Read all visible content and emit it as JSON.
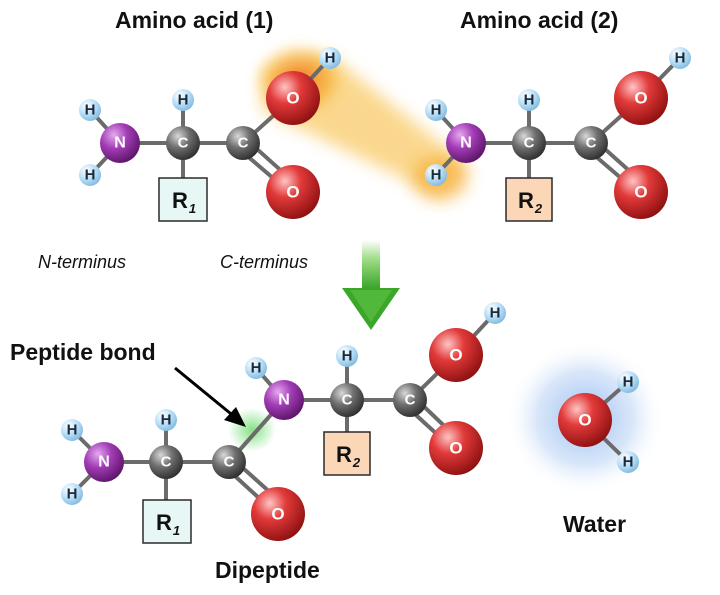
{
  "labels": {
    "amino_acid_1": "Amino acid (1)",
    "amino_acid_2": "Amino acid (2)",
    "n_terminus": "N-terminus",
    "c_terminus": "C-terminus",
    "peptide_bond": "Peptide bond",
    "dipeptide": "Dipeptide",
    "water": "Water"
  },
  "atoms": {
    "hydrogen": "H",
    "nitrogen": "N",
    "carbon": "C",
    "oxygen": "O"
  },
  "side_chains": {
    "r_letter": "R",
    "r1_sub": "1",
    "r2_sub": "2"
  },
  "colors": {
    "nitrogen": "#8a2a9e",
    "carbon": "#555555",
    "oxygen": "#d42a2a",
    "hydrogen": "#a9d8f5",
    "r1_fill": "#e6f7f5",
    "r2_fill": "#fbd7b8",
    "arrow_green": "#3fae2a",
    "condensation_glow": "#f5a623",
    "water_glow": "#9ec3f2",
    "peptide_bond_glow": "#7fe07f"
  }
}
